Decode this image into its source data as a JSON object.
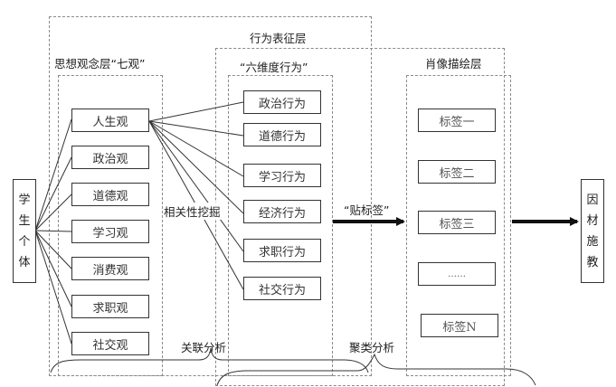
{
  "diagram": {
    "student": {
      "label": [
        "学",
        "生",
        "个",
        "体"
      ]
    },
    "outcome": {
      "label": [
        "因",
        "材",
        "施",
        "教"
      ]
    },
    "layers": {
      "outer_behavior": {
        "title": "行为表征层"
      },
      "ideology": {
        "title": "思想观念层“七观”"
      },
      "six_behaviors": {
        "title": "“六维度行为”"
      },
      "portrait": {
        "title": "肖像描绘层"
      }
    },
    "views": [
      "人生观",
      "政治观",
      "道德观",
      "学习观",
      "消费观",
      "求职观",
      "社交观"
    ],
    "behaviors": [
      "政治行为",
      "道德行为",
      "学习行为",
      "经济行为",
      "求职行为",
      "社交行为"
    ],
    "tags": [
      "标签一",
      "标签二",
      "标签三",
      "……",
      "标签N"
    ],
    "annotations": {
      "correlation_mining": "相关性挖掘",
      "tagging": "“贴标签”",
      "association_analysis": "关联分析",
      "cluster_analysis": "聚类分析"
    }
  }
}
